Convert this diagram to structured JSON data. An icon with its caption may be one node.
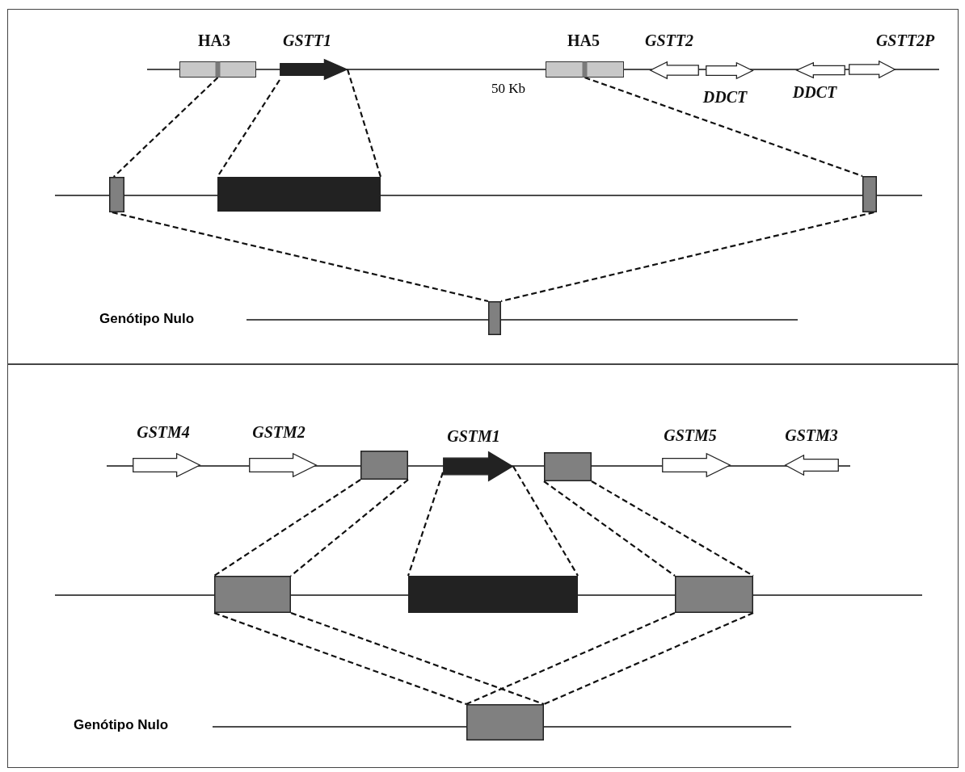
{
  "diagram": {
    "nodes": [
      {
        "text": [
          "HA3"
        ]
      },
      {
        "text": [
          "GSTT1"
        ]
      },
      {
        "text": [
          "HA5"
        ]
      },
      {
        "text": [
          "GSTT2"
        ]
      },
      {
        "text": [
          "DDCT"
        ]
      },
      {
        "text": [
          "DDCT"
        ]
      },
      {
        "text": [
          "GSTT2P"
        ]
      },
      {
        "text": [],
        "shape": "box"
      },
      {
        "text": [],
        "shape": "box"
      },
      {
        "text": [],
        "shape": "box"
      },
      {
        "text": [],
        "shape": "box"
      },
      {
        "text": [
          "GSTM4"
        ]
      },
      {
        "text": [
          "GSTM2"
        ]
      },
      {
        "text": [],
        "shape": "box"
      },
      {
        "text": [
          "GSTM1"
        ]
      },
      {
        "text": [],
        "shape": "box"
      },
      {
        "text": [
          "GSTM5"
        ]
      },
      {
        "text": [
          "GSTM3"
        ]
      },
      {
        "text": [],
        "shape": "box"
      },
      {
        "text": [],
        "shape": "box"
      },
      {
        "text": [],
        "shape": "box"
      },
      {
        "text": [],
        "shape": "box"
      }
    ],
    "edges": [
      {
        "from": 0,
        "to": 7,
        "arrow": "none",
        "style": "dashed"
      },
      {
        "from": 1,
        "to": 8,
        "arrow": "none",
        "style": "dashed"
      },
      {
        "from": 1,
        "to": 8,
        "arrow": "none",
        "style": "dashed"
      },
      {
        "from": 2,
        "to": 9,
        "arrow": "none",
        "style": "dashed"
      },
      {
        "from": 7,
        "to": 10,
        "arrow": "none",
        "style": "dashed"
      },
      {
        "from": 9,
        "to": 10,
        "arrow": "none",
        "style": "dashed"
      },
      {
        "from": 13,
        "to": 18,
        "arrow": "none",
        "style": "dashed"
      },
      {
        "from": 13,
        "to": 18,
        "arrow": "none",
        "style": "dashed"
      },
      {
        "from": 14,
        "to": 19,
        "arrow": "none",
        "style": "dashed"
      },
      {
        "from": 14,
        "to": 19,
        "arrow": "none",
        "style": "dashed"
      },
      {
        "from": 15,
        "to": 20,
        "arrow": "none",
        "style": "dashed"
      },
      {
        "from": 15,
        "to": 20,
        "arrow": "none",
        "style": "dashed"
      },
      {
        "from": 18,
        "to": 21,
        "arrow": "none",
        "style": "dashed"
      },
      {
        "from": 18,
        "to": 21,
        "arrow": "none",
        "style": "dashed"
      },
      {
        "from": 20,
        "to": 21,
        "arrow": "none",
        "style": "dashed"
      },
      {
        "from": 20,
        "to": 21,
        "arrow": "none",
        "style": "dashed"
      }
    ],
    "labels": [
      "50 Kb",
      "Genótipo Nulo",
      "Genótipo Nulo"
    ]
  }
}
